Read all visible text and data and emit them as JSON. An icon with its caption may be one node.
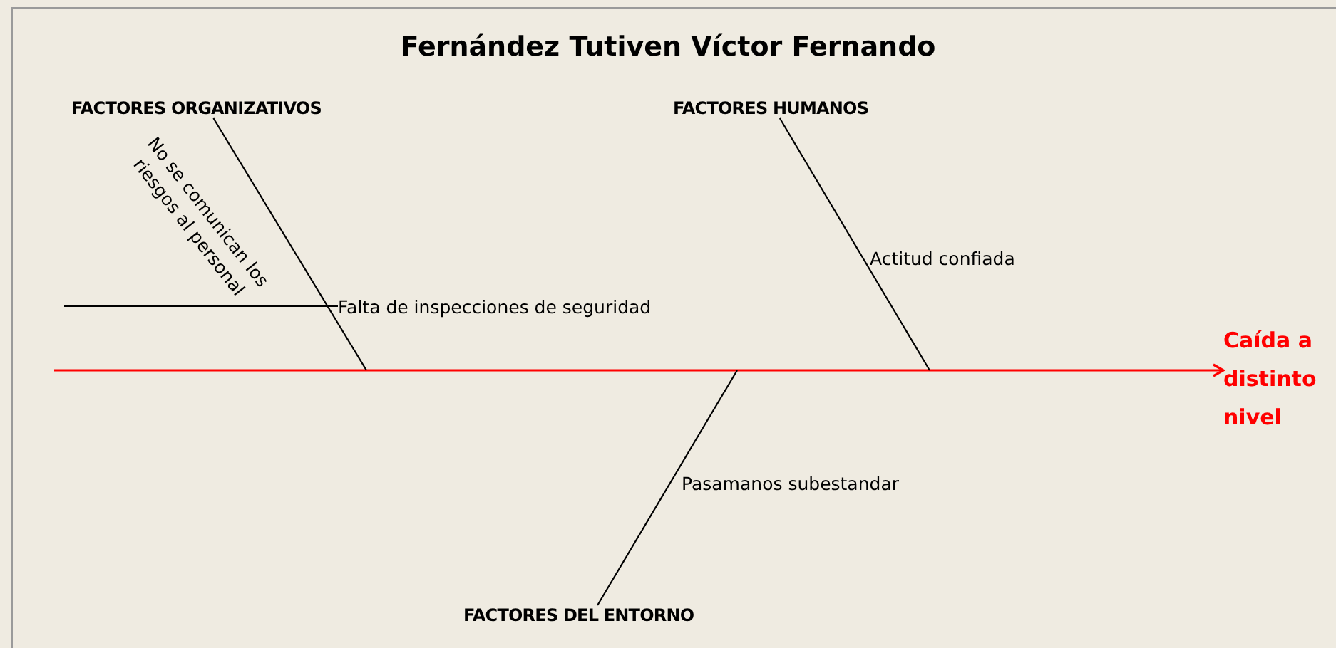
{
  "diagram": {
    "title": "Fernández Tutiven Víctor Fernando",
    "nodes": [
      {
        "text": [
          "FACTORES ORGANIZATIVOS"
        ]
      },
      {
        "text": [
          "FACTORES HUMANOS"
        ]
      },
      {
        "text": [
          "FACTORES DEL ENTORNO"
        ]
      },
      {
        "text": [
          "Caída a distinto nivel"
        ]
      },
      {
        "text": [
          "Falta de inspecciones de seguridad"
        ]
      },
      {
        "text": [
          "No se comunican los riesgos al personal"
        ]
      },
      {
        "text": [
          "Actitud confiada"
        ]
      },
      {
        "text": [
          "Pasamanos subestandar"
        ]
      }
    ],
    "edges": [
      {
        "from": null,
        "to": 3,
        "arrow": "to",
        "color": "#ff0000"
      },
      {
        "from": 0,
        "to": null,
        "arrow": "none"
      },
      {
        "from": 1,
        "to": null,
        "arrow": "none"
      },
      {
        "from": 2,
        "to": null,
        "arrow": "none"
      },
      {
        "from": 4,
        "to": null,
        "arrow": "none"
      }
    ]
  }
}
